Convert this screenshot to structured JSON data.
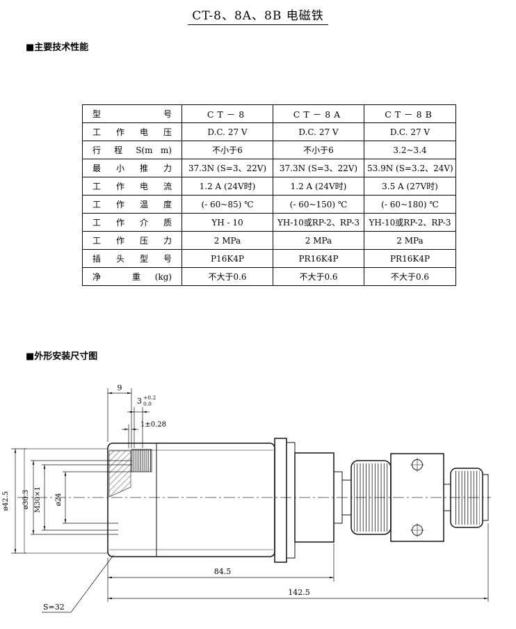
{
  "page": {
    "title": "CT-8、8A、8B 电磁铁",
    "section1": "■主要技术性能",
    "section2": "■外形安装尺寸图"
  },
  "spec_table": {
    "rows": [
      {
        "label": "型 号",
        "ct8": "CT－8",
        "ct8a": "CT－8A",
        "ct8b": "CT－8B"
      },
      {
        "label": "工 作 电 压",
        "ct8": "D.C. 27 V",
        "ct8a": "D.C. 27 V",
        "ct8b": "D.C. 27 V"
      },
      {
        "label": "行 程 S(m m)",
        "ct8": "不小于6",
        "ct8a": "不小于6",
        "ct8b": "3.2~3.4"
      },
      {
        "label": "最 小 推 力",
        "ct8": "37.3N (S=3、22V)",
        "ct8a": "37.3N (S=3、22V)",
        "ct8b": "53.9N (S=3.2、24V)"
      },
      {
        "label": "工 作 电 流",
        "ct8": "1.2 A (24V时)",
        "ct8a": "1.2 A (24V时)",
        "ct8b": "3.5 A (27V时)"
      },
      {
        "label": "工 作 温 度",
        "ct8": "(- 60~85) ℃",
        "ct8a": "(- 60~150) ℃",
        "ct8b": "(- 60~180) ℃"
      },
      {
        "label": "工 作 介 质",
        "ct8": "YH - 10",
        "ct8a": "YH-10或RP-2、RP-3",
        "ct8b": "YH-10或RP-2、RP-3"
      },
      {
        "label": "工 作 压 力",
        "ct8": "2 MPa",
        "ct8a": "2 MPa",
        "ct8b": "2 MPa"
      },
      {
        "label": "插 头 型 号",
        "ct8": "P16K4P",
        "ct8a": "PR16K4P",
        "ct8b": "PR16K4P"
      },
      {
        "label": "净 重(kg)",
        "ct8": "不大于0.6",
        "ct8a": "不大于0.6",
        "ct8b": "不大于0.6"
      }
    ]
  },
  "drawing": {
    "dim_9": "9",
    "dim_3": "3",
    "dim_3_tol_upper": "+0.2",
    "dim_3_tol_lower": "0.0",
    "dim_1": "1±0.28",
    "dia_42_5": "ø42.5",
    "dia_30_3": "ø30.3",
    "thread": "M30×1",
    "dia_24": "ø24",
    "dim_84_5": "84.5",
    "dim_142_5": "142.5",
    "wrench": "S=32"
  }
}
